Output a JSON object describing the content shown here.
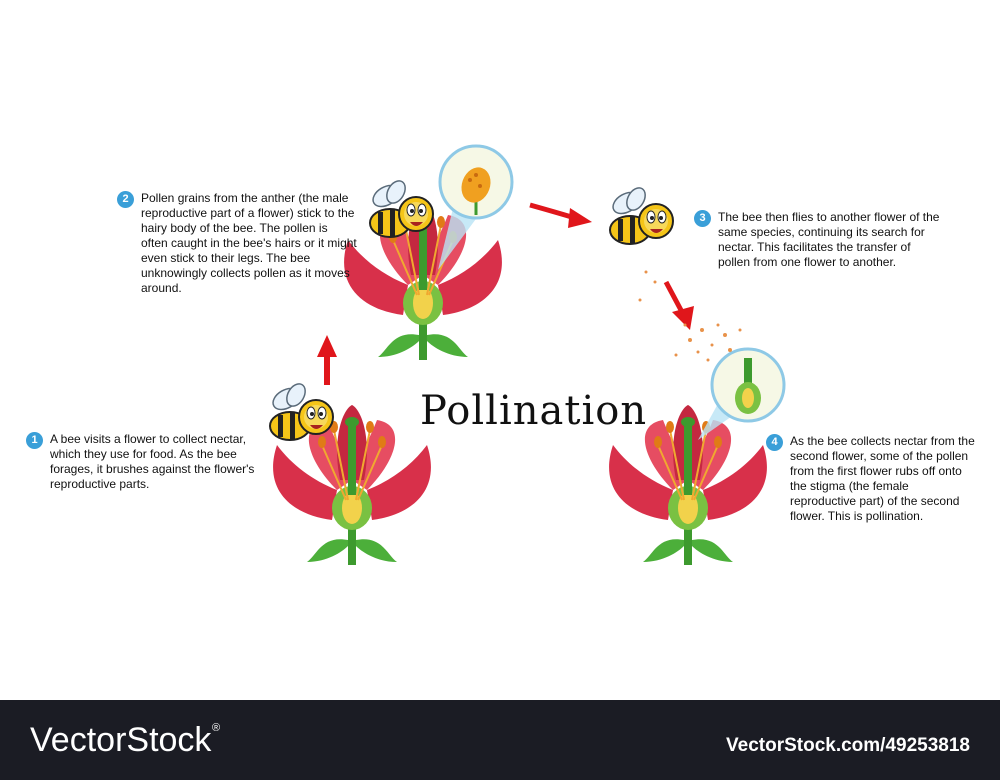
{
  "title": "Pollination",
  "steps": [
    {
      "num": "1",
      "text": "A bee visits a flower to collect nectar, which they use for food. As the bee forages, it brushes against the flower's reproductive parts."
    },
    {
      "num": "2",
      "text": "Pollen grains from the anther (the male reproductive part of a flower) stick to the hairy body of the bee. The pollen is often caught in the bee's hairs or it might even stick to their legs. The bee unknowingly collects pollen as it moves around."
    },
    {
      "num": "3",
      "text": "The bee then flies to another flower of the same species, continuing its search for nectar. This facilitates the transfer of pollen from one flower to another."
    },
    {
      "num": "4",
      "text": "As the bee collects nectar from the second flower, some of the pollen from the first flower rubs off onto the stigma (the female reproductive part) of the second flower. This is pollination."
    }
  ],
  "watermark": {
    "brand": "VectorStock",
    "reg": "®",
    "id": "VectorStock.com/49253818"
  },
  "colors": {
    "badge": "#3a9fd8",
    "arrow": "#e0161b",
    "petal": "#e2394f",
    "stem": "#3d9a2e",
    "footer": "#1b1c24"
  }
}
